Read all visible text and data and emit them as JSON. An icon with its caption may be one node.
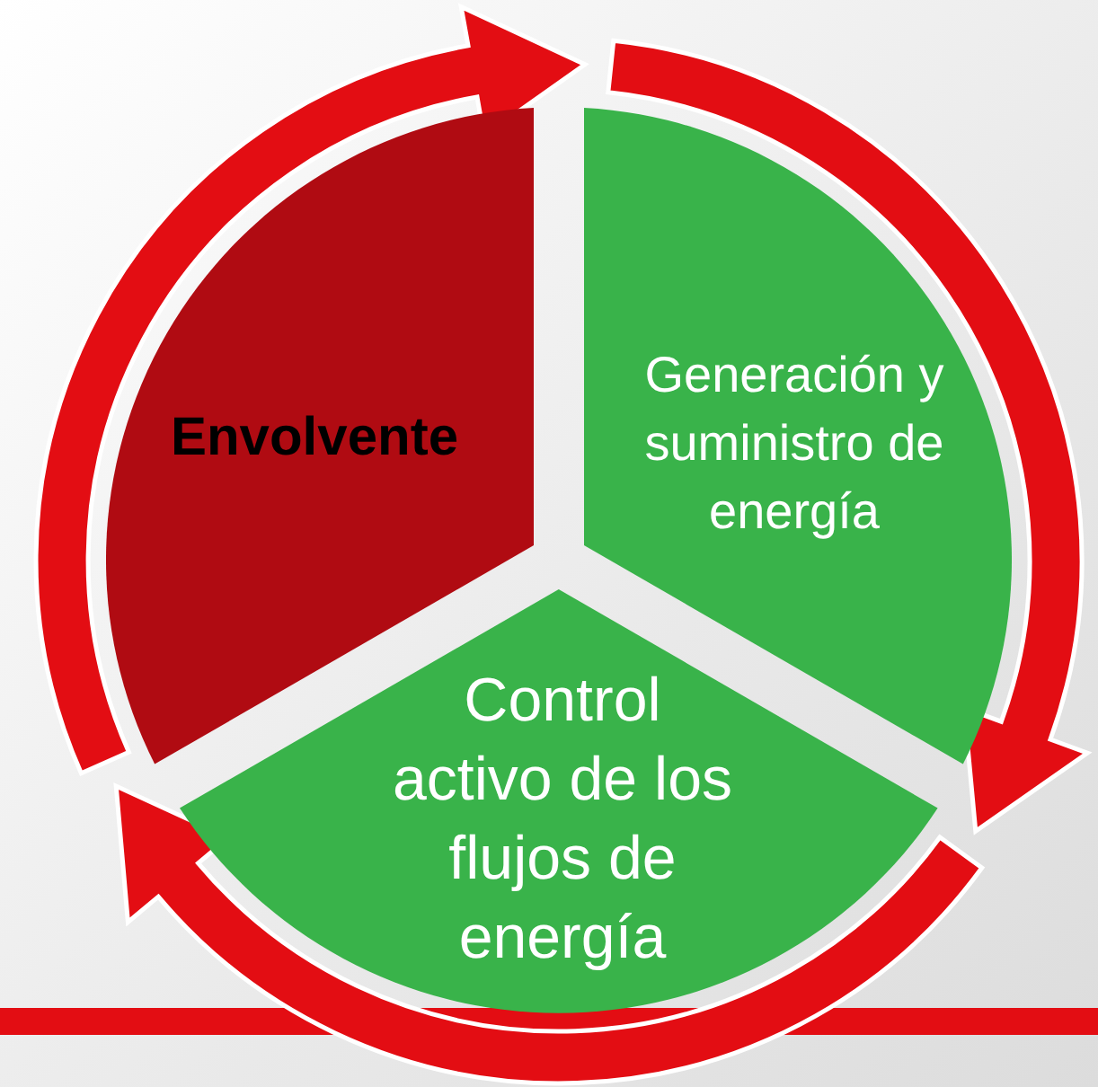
{
  "diagram": {
    "nodes": [
      {
        "text": [
          "Envolvente"
        ]
      },
      {
        "text": [
          "Generación y suministro de energía"
        ]
      },
      {
        "text": [
          "Control activo de los flujos de energía"
        ]
      }
    ],
    "edges": [
      {
        "from": 0,
        "to": 1,
        "arrow": "to"
      },
      {
        "from": 1,
        "to": 2,
        "arrow": "to"
      },
      {
        "from": 2,
        "to": 0,
        "arrow": "to"
      }
    ]
  }
}
